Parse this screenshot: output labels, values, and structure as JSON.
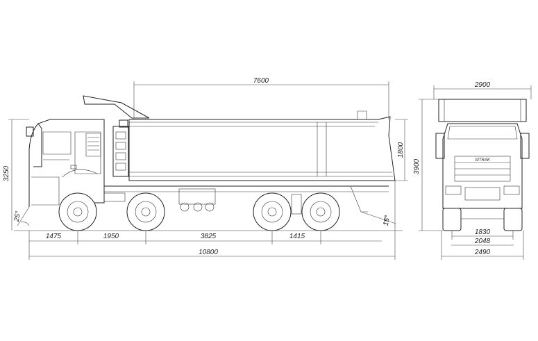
{
  "side_view": {
    "dimensions": {
      "body_length": "7600",
      "front_overhang": "1475",
      "wheelbase_1": "1950",
      "wheelbase_2": "3825",
      "wheelbase_3": "1415",
      "overall_length": "10800",
      "overall_height": "3250",
      "body_height": "1800",
      "approach_angle": "25°",
      "departure_angle": "15°"
    }
  },
  "front_view": {
    "dimensions": {
      "body_width": "2900",
      "overall_height": "3900",
      "track_inner": "1830",
      "track": "2048",
      "overall_width": "2490"
    },
    "grille_badge": "SITRAK"
  },
  "colors": {
    "line": "#222222",
    "background": "#ffffff"
  }
}
